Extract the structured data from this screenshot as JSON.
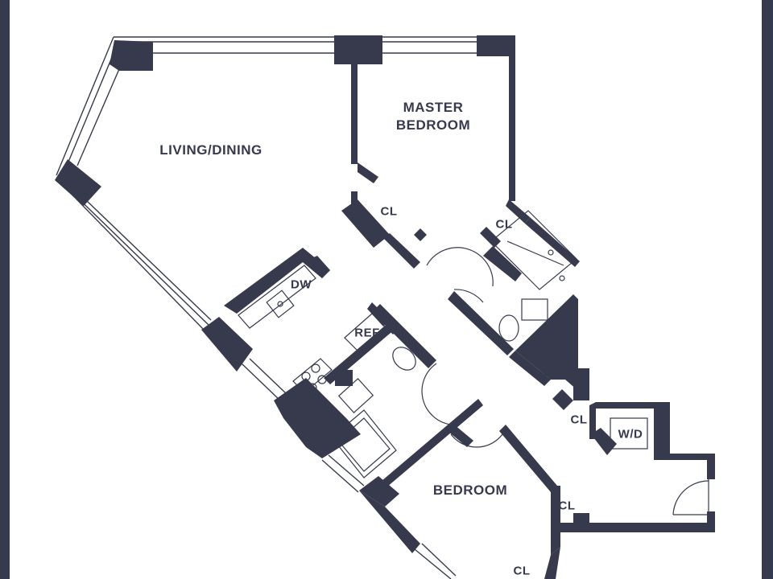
{
  "colors": {
    "wall": "#363a4c",
    "window": "#363a4c",
    "background": "#ffffff"
  },
  "rooms": {
    "master_bedroom_line1": "MASTER",
    "master_bedroom_line2": "BEDROOM",
    "living_dining": "LIVING/DINING",
    "bedroom": "BEDROOM"
  },
  "fixtures": {
    "dishwasher": "DW",
    "refrigerator": "REF",
    "washer_dryer": "W/D"
  },
  "closets": {
    "master_left": "CL",
    "master_right": "CL",
    "hall_upper": "CL",
    "hall_lower": "CL",
    "bedroom_right": "CL",
    "bedroom_bottom": "CL"
  }
}
